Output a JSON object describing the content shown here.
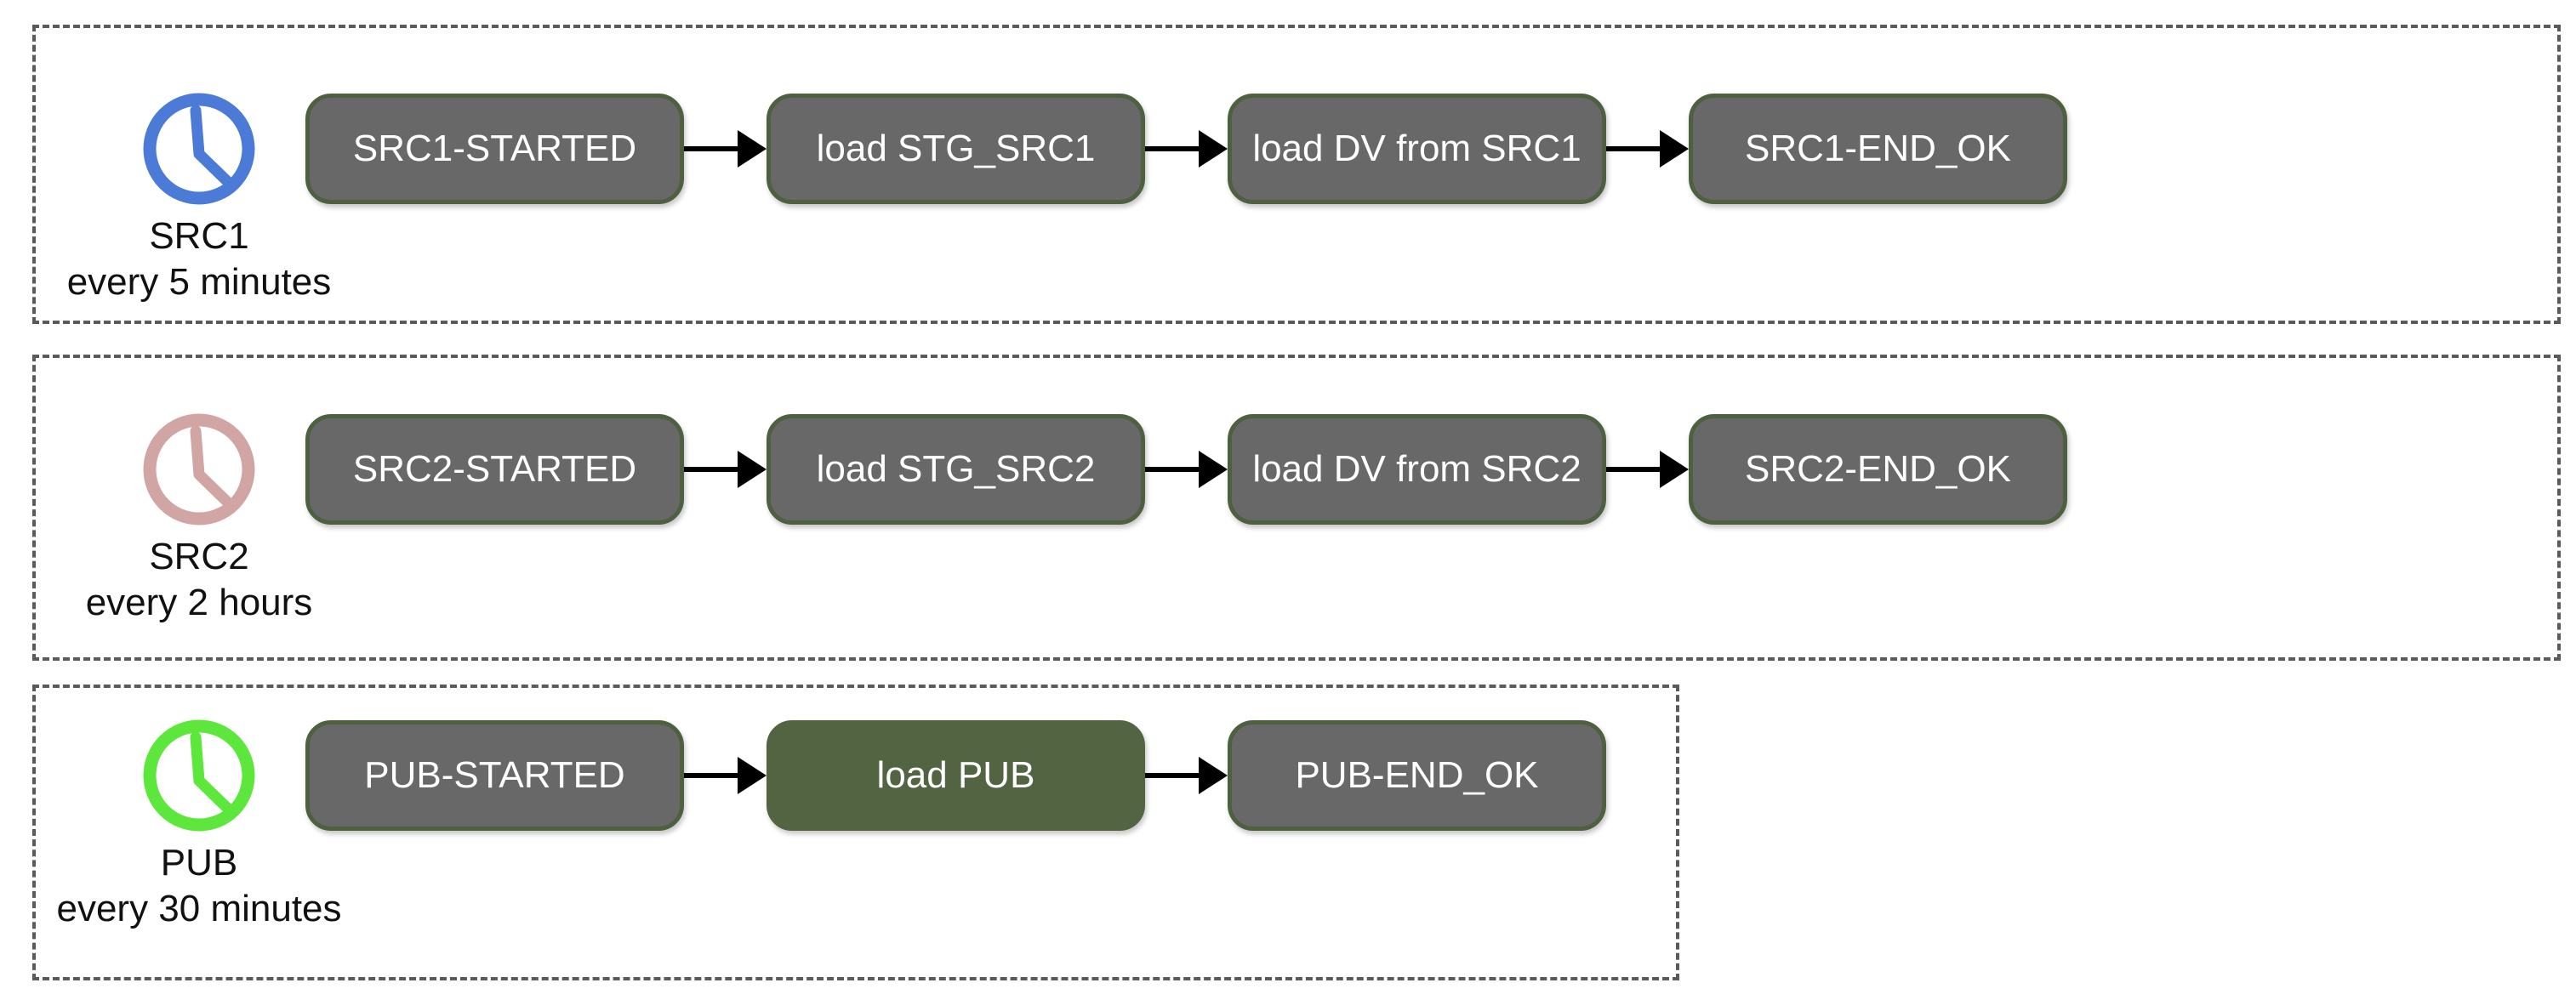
{
  "colors": {
    "node_fill": "#686868",
    "node_border": "#4d6040",
    "node_accent_fill": "#536442",
    "node_text": "#ffffff",
    "arrow": "#000000",
    "lane_border": "#5a5a5a",
    "clock_src1": "#4b7bd6",
    "clock_src2": "#d0a5a3",
    "clock_pub": "#5de73c"
  },
  "lanes": [
    {
      "trigger": {
        "name": "SRC1",
        "schedule": "every 5 minutes"
      },
      "nodes": [
        {
          "label": "SRC1-STARTED"
        },
        {
          "label": "load STG_SRC1"
        },
        {
          "label": "load DV from SRC1"
        },
        {
          "label": "SRC1-END_OK"
        }
      ]
    },
    {
      "trigger": {
        "name": "SRC2",
        "schedule": "every 2 hours"
      },
      "nodes": [
        {
          "label": "SRC2-STARTED"
        },
        {
          "label": "load STG_SRC2"
        },
        {
          "label": "load DV from SRC2"
        },
        {
          "label": "SRC2-END_OK"
        }
      ]
    },
    {
      "trigger": {
        "name": "PUB",
        "schedule": "every 30 minutes"
      },
      "nodes": [
        {
          "label": "PUB-STARTED"
        },
        {
          "label": "load PUB",
          "variant": "accent"
        },
        {
          "label": "PUB-END_OK"
        }
      ]
    }
  ]
}
